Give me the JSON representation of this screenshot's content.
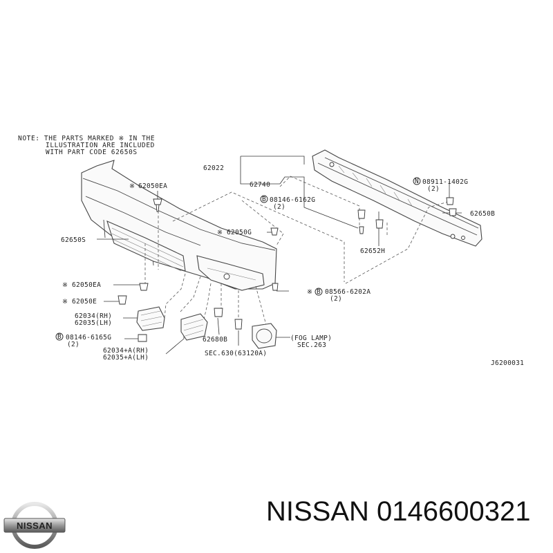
{
  "note": {
    "lines": [
      "NOTE: THE PARTS MARKED ※ IN THE",
      "ILLUSTRATION ARE INCLUDED",
      "WITH PART CODE 62650S"
    ]
  },
  "callouts": {
    "c62022": "62022",
    "c62740": "62740",
    "c08911_1402G": "08911-1402G",
    "c08911_qty": "(2)",
    "c62650B": "62650B",
    "c08146_6162G": "08146-6162G",
    "c08146_6162G_qty": "(2)",
    "c62652H": "62652H",
    "c62050EA_top": "62050EA",
    "c62050G": "62050G",
    "c62650S": "62650S",
    "c62050EA_mid": "62050EA",
    "c62050E": "62050E",
    "c08566_6202A": "08566-6202A",
    "c08566_qty": "(2)",
    "c62034_RH": "62034(RH)",
    "c62035_LH": "62035(LH)",
    "c08146_6165G": "08146-6165G",
    "c08146_6165G_qty": "(2)",
    "c62034A_RH": "62034+A(RH)",
    "c62035A_LH": "62035+A(LH)",
    "c62680B": "62680B",
    "sec630": "SEC.630(63120A)",
    "fog_lamp": "(FOG LAMP)",
    "sec263": "SEC.263",
    "diagram_id": "J6200031"
  },
  "symbols": {
    "star": "※",
    "bolt_B": "B",
    "bolt_N": "N"
  },
  "brand": {
    "logo_text": "NISSAN",
    "caption": "NISSAN 0146600321"
  }
}
